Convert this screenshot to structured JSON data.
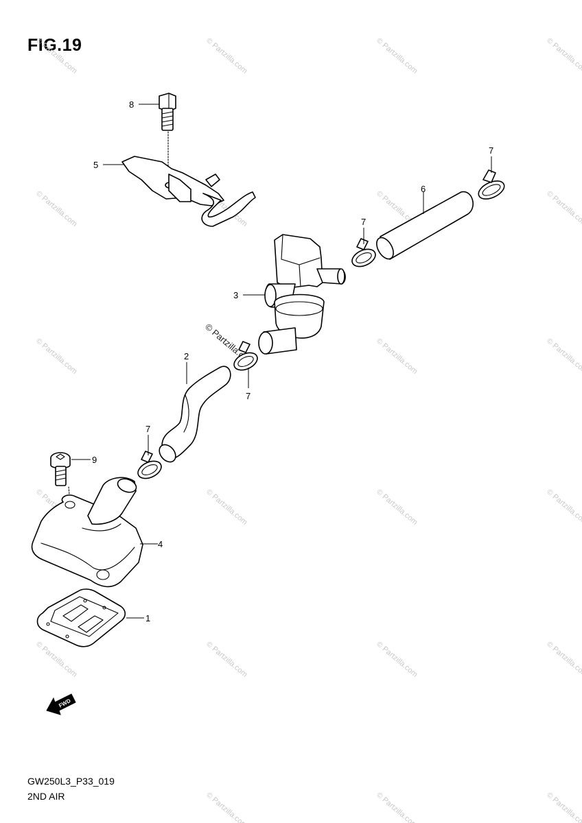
{
  "figure": {
    "title": "FIG.19",
    "code": "GW250L3_P33_019",
    "subtitle": "2ND AIR"
  },
  "callouts": [
    "1",
    "2",
    "3",
    "4",
    "5",
    "6",
    "7",
    "7",
    "7",
    "7",
    "8",
    "9"
  ],
  "fwd_label": "FWD",
  "watermark": {
    "text": "© Partzilla.com",
    "color": "#c8c8c8"
  },
  "center_watermark": "© Partzilla.com",
  "line_color": "#000000",
  "background": "#ffffff"
}
